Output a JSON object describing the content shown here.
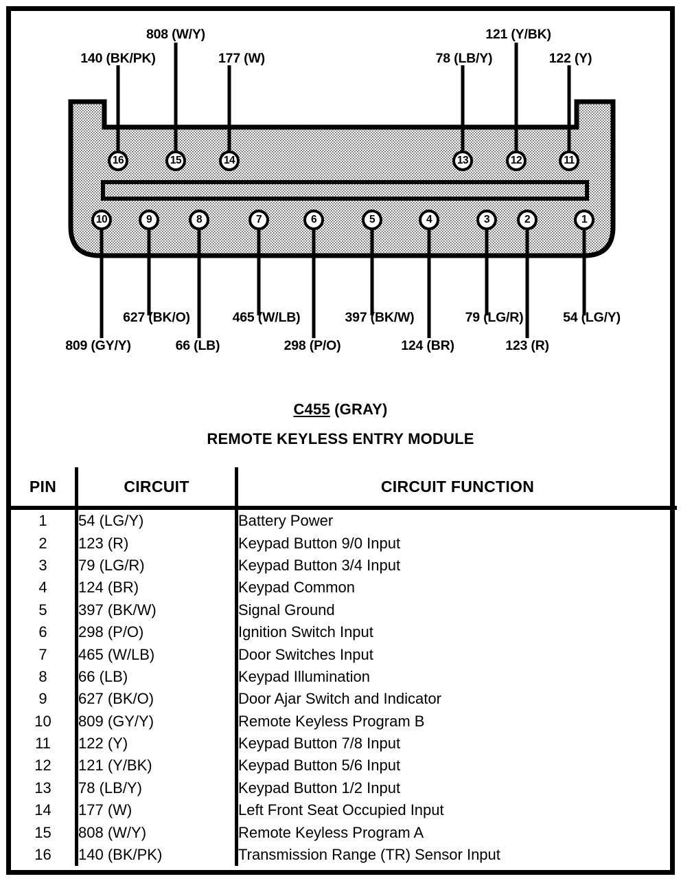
{
  "connector": {
    "id": "C455",
    "color_label": "(GRAY)",
    "name": "REMOTE KEYLESS ENTRY MODULE",
    "body_fill": "#c9c9c9",
    "outline": "#000000"
  },
  "top_labels": [
    {
      "text": "140 (BK/PK)",
      "pin": "16"
    },
    {
      "text": "808 (W/Y)",
      "pin": "15"
    },
    {
      "text": "177 (W)",
      "pin": "14"
    },
    {
      "text": "78 (LB/Y)",
      "pin": "13"
    },
    {
      "text": "121 (Y/BK)",
      "pin": "12"
    },
    {
      "text": "122 (Y)",
      "pin": "11"
    }
  ],
  "bottom_labels": [
    {
      "text": "809 (GY/Y)",
      "pin": "10"
    },
    {
      "text": "627 (BK/O)",
      "pin": "9"
    },
    {
      "text": "66 (LB)",
      "pin": "8"
    },
    {
      "text": "465 (W/LB)",
      "pin": "7"
    },
    {
      "text": "298 (P/O)",
      "pin": "6"
    },
    {
      "text": "397 (BK/W)",
      "pin": "5"
    },
    {
      "text": "124 (BR)",
      "pin": "4"
    },
    {
      "text": "79 (LG/R)",
      "pin": "3"
    },
    {
      "text": "123 (R)",
      "pin": "2"
    },
    {
      "text": "54 (LG/Y)",
      "pin": "1"
    }
  ],
  "pin_circles_top": [
    "16",
    "15",
    "14",
    "13",
    "12",
    "11"
  ],
  "pin_circles_bottom": [
    "10",
    "9",
    "8",
    "7",
    "6",
    "5",
    "4",
    "3",
    "2",
    "1"
  ],
  "table": {
    "headers": [
      "PIN",
      "CIRCUIT",
      "CIRCUIT FUNCTION"
    ],
    "rows": [
      {
        "pin": "1",
        "circuit": "54 (LG/Y)",
        "function": "Battery Power"
      },
      {
        "pin": "2",
        "circuit": "123 (R)",
        "function": "Keypad Button 9/0 Input"
      },
      {
        "pin": "3",
        "circuit": "79 (LG/R)",
        "function": "Keypad Button 3/4 Input"
      },
      {
        "pin": "4",
        "circuit": "124 (BR)",
        "function": "Keypad Common"
      },
      {
        "pin": "5",
        "circuit": "397 (BK/W)",
        "function": "Signal Ground"
      },
      {
        "pin": "6",
        "circuit": "298 (P/O)",
        "function": "Ignition Switch Input"
      },
      {
        "pin": "7",
        "circuit": "465 (W/LB)",
        "function": "Door Switches Input"
      },
      {
        "pin": "8",
        "circuit": "66 (LB)",
        "function": "Keypad Illumination"
      },
      {
        "pin": "9",
        "circuit": "627 (BK/O)",
        "function": "Door Ajar Switch and Indicator"
      },
      {
        "pin": "10",
        "circuit": "809 (GY/Y)",
        "function": "Remote Keyless Program B"
      },
      {
        "pin": "11",
        "circuit": "122 (Y)",
        "function": "Keypad Button 7/8 Input"
      },
      {
        "pin": "12",
        "circuit": "121 (Y/BK)",
        "function": "Keypad Button 5/6 Input"
      },
      {
        "pin": "13",
        "circuit": "78 (LB/Y)",
        "function": "Keypad Button 1/2 Input"
      },
      {
        "pin": "14",
        "circuit": "177 (W)",
        "function": "Left Front Seat Occupied Input"
      },
      {
        "pin": "15",
        "circuit": "808 (W/Y)",
        "function": "Remote Keyless Program A"
      },
      {
        "pin": "16",
        "circuit": "140 (BK/PK)",
        "function": "Transmission Range (TR) Sensor Input"
      }
    ]
  }
}
